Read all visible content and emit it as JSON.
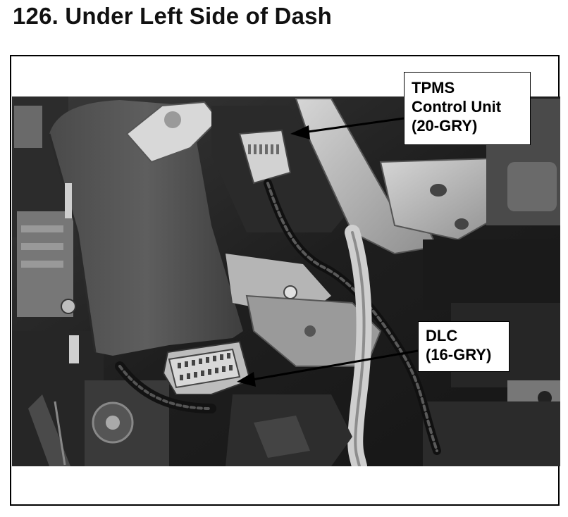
{
  "title": "126.  Under Left Side of Dash",
  "callouts": {
    "tpms": {
      "line1": "TPMS",
      "line2": "Control Unit",
      "line3": "(20-GRY)"
    },
    "dlc": {
      "line1": "DLC",
      "line2": "(16-GRY)"
    }
  }
}
